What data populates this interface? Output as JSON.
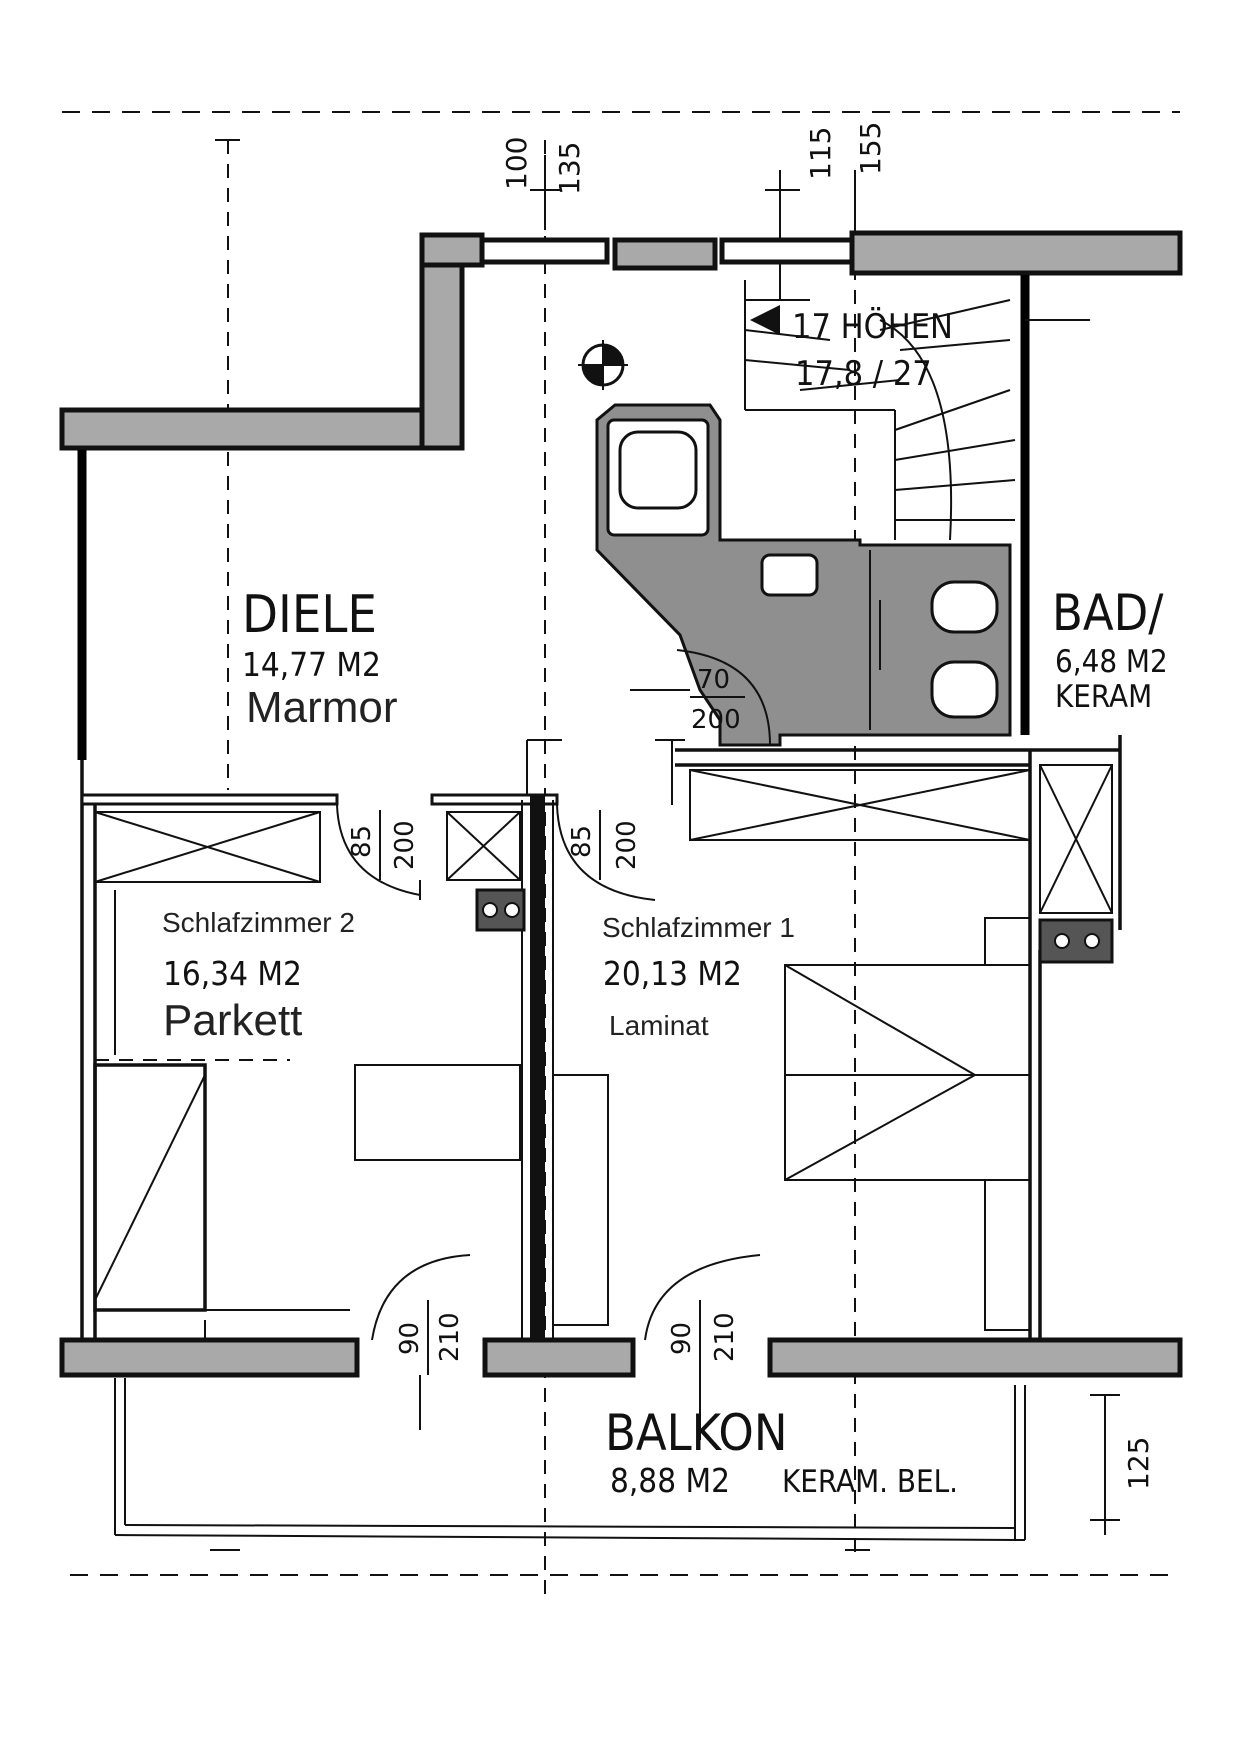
{
  "rooms": {
    "diele": {
      "name": "DIELE",
      "area": "14,77 M2",
      "floor": "Marmor"
    },
    "schlaf2": {
      "name": "Schlafzimmer 2",
      "area": "16,34 M2",
      "floor": "Parkett"
    },
    "schlaf1": {
      "name": "Schlafzimmer 1",
      "area": "20,13 M2",
      "floor": "Laminat"
    },
    "bad": {
      "name": "BAD/",
      "area": "6,48 M2",
      "floor": "KERAM"
    },
    "balkon": {
      "name": "BALKON",
      "area": "8,88 M2",
      "floor": "KERAM. BEL."
    }
  },
  "stairs": {
    "line1": "17 HÖHEN",
    "line2": "17,8 / 27"
  },
  "dimensions": {
    "top_left_a": "100",
    "top_left_b": "135",
    "top_right_a": "115",
    "top_right_b": "155",
    "bath_door_w": "70",
    "bath_door_h": "200",
    "door_s2_w": "85",
    "door_s2_h": "200",
    "door_s1_w": "85",
    "door_s1_h": "200",
    "balkon_door_left_w": "90",
    "balkon_door_left_h": "210",
    "balkon_door_right_w": "90",
    "balkon_door_right_h": "210",
    "balkon_depth": "125"
  }
}
